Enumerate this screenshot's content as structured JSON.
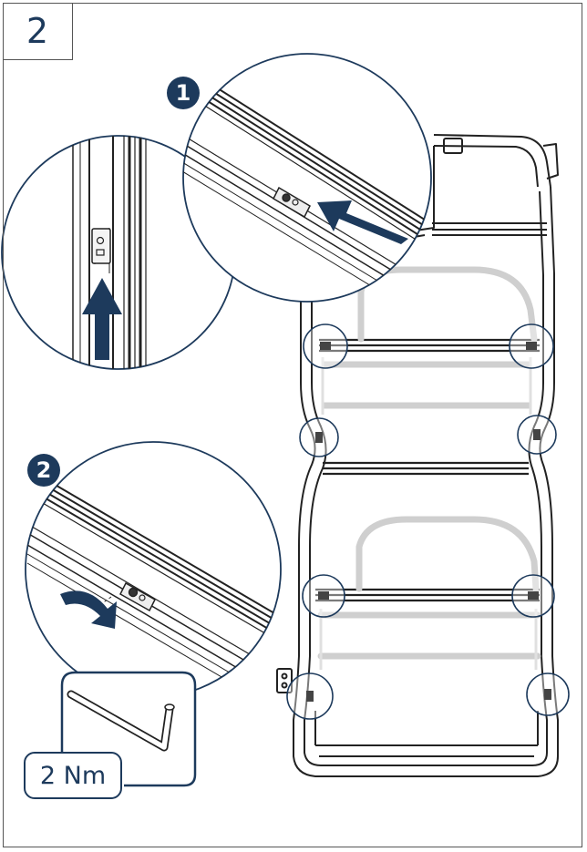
{
  "step": {
    "number": "2"
  },
  "callouts": [
    {
      "number": "1"
    },
    {
      "number": "2"
    }
  ],
  "torque": {
    "label": "2 Nm"
  },
  "colors": {
    "accent": "#1d3a5c",
    "line": "#222222",
    "ghost": "#d0d0d0"
  },
  "icons": [
    "arrow-up-icon",
    "arrow-push-icon",
    "rotate-arrow-icon",
    "hex-key-icon"
  ]
}
